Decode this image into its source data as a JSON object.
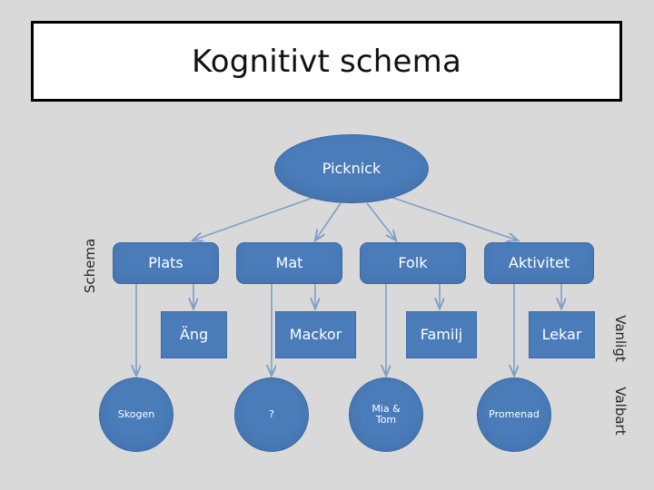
{
  "slide": {
    "background_color": "#d9d9d9",
    "title": "Kognitivt schema"
  },
  "theme": {
    "node_fill": "#4a7cba",
    "node_border": "#3a6aa5",
    "node_text": "#ffffff",
    "connector_color": "#7e9fc8",
    "title_box_fill": "#ffffff",
    "title_box_border": "#000000",
    "axis_label_color": "#262626"
  },
  "axis_labels": {
    "left": "Schema",
    "right_upper": "Vanligt",
    "right_lower": "Valbart"
  },
  "diagram": {
    "root": {
      "label": "Picknick",
      "shape": "oval"
    },
    "level2": [
      {
        "label": "Plats",
        "shape": "rounded-rect"
      },
      {
        "label": "Mat",
        "shape": "rounded-rect"
      },
      {
        "label": "Folk",
        "shape": "rounded-rect"
      },
      {
        "label": "Aktivitet",
        "shape": "rounded-rect"
      }
    ],
    "level3": [
      {
        "label": "Äng",
        "shape": "rect"
      },
      {
        "label": "Mackor",
        "shape": "rect"
      },
      {
        "label": "Familj",
        "shape": "rect"
      },
      {
        "label": "Lekar",
        "shape": "rect"
      }
    ],
    "level4": [
      {
        "label": "Skogen",
        "shape": "circle"
      },
      {
        "label": "?",
        "shape": "circle"
      },
      {
        "label": "Mia &\nTom",
        "label_line1": "Mia &",
        "label_line2": "Tom",
        "shape": "circle"
      },
      {
        "label": "Promenad",
        "shape": "circle"
      }
    ]
  }
}
